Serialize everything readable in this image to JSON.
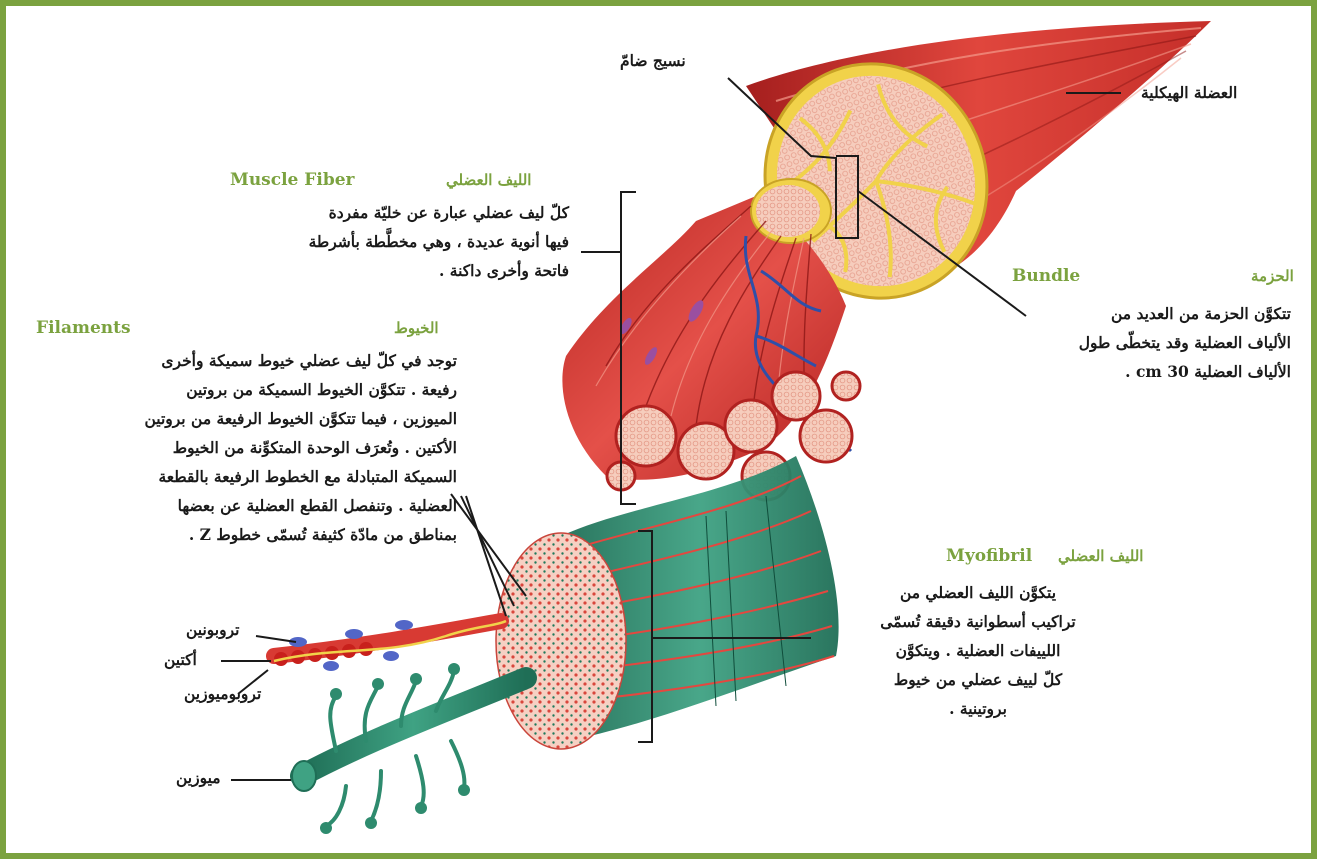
{
  "colors": {
    "frame": "#7ba23f",
    "heading": "#7ba23f",
    "muscle_red": "#d83a33",
    "muscle_dark": "#a51f1e",
    "connective_yellow": "#f1d24a",
    "fiber_pink": "#f6c9b8",
    "myofibril_green": "#2e8b6e",
    "vein_blue": "#2f4fa8"
  },
  "labels": {
    "skeletal_muscle": "العضلة الهيكلية",
    "connective_tissue": "نسيج ضامّ",
    "troponin": "تروبونين",
    "actin": "أكتين",
    "tropomyosin": "تروبوميوزين",
    "myosin": "ميوزين"
  },
  "muscle_fiber": {
    "title_en": "Muscle Fiber",
    "title_ar": "الليف العضلي",
    "lines": [
      "كلّ ليف عضلي عبارة عن خليّة مفردة",
      "فيها أنوية عديدة ، وهي مخطَّطة بأشرطة",
      "فاتحة وأخرى داكنة ."
    ]
  },
  "bundle": {
    "title_en": "Bundle",
    "title_ar": "الحزمة",
    "lines": [
      "تتكوَّن الحزمة من العديد من",
      "الألياف العضلية وقد يتخطّى طول",
      "الألياف العضلية 30 cm ."
    ]
  },
  "filaments": {
    "title_en": "Filaments",
    "title_ar": "الخيوط",
    "lines": [
      "توجد في كلّ ليف عضلي خيوط سميكة وأخرى",
      "رفيعة . تتكوَّن الخيوط السميكة من بروتين",
      "الميوزين ، فيما تتكوَّن الخيوط الرفيعة من بروتين",
      "الأكتين . وتُعرَف الوحدة المتكوِّنة من الخيوط",
      "السميكة المتبادلة مع الخطوط الرفيعة بالقطعة",
      "العضلية . وتنفصل القطع العضلية عن بعضها",
      "بمناطق من مادّة كثيفة تُسمّى خطوط Z ."
    ]
  },
  "myofibril": {
    "title_en": "Myofibril",
    "title_ar": "الليف العضلي",
    "lines": [
      "يتكوَّن الليف العضلي من",
      "تراكيب أسطوانية دقيقة تُسمّى",
      "اللييفات العضلية . ويتكوَّن",
      "كلّ لييف عضلي من خيوط",
      "بروتينية ."
    ]
  }
}
